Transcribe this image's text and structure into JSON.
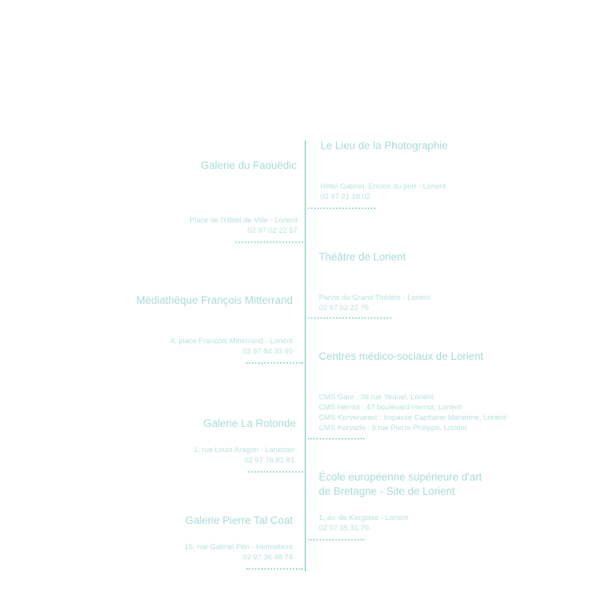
{
  "venues_left": [
    {
      "name": "Galerie du Faouëdic",
      "lines": [
        "Place de l'Hôtel de Ville - Lorient",
        "02 97 02 22 57"
      ]
    },
    {
      "name": "Médiathèque François Mitterrand",
      "lines": [
        "4, place François Mitterrand - Lorient",
        "02 97 84 33 60"
      ]
    },
    {
      "name": "Galerie La Rotonde",
      "lines": [
        "1, rue Louis Aragon - Lanester",
        "02 97 76 81 81"
      ]
    },
    {
      "name": "Galerie Pierre Tal Coat",
      "lines": [
        "15, rue Gabriel Péri - Hennebont",
        "02 97 36 48 74"
      ]
    }
  ],
  "venues_right": [
    {
      "name": "Le Lieu de la Photographie",
      "lines": [
        "Hôtel Gabriel, Enclos du port - Lorient",
        "02 97 21 18 02"
      ]
    },
    {
      "name": "Théâtre de Lorient",
      "lines": [
        "Parvis du Grand Théâtre - Lorient",
        "02 97 02 22 75"
      ]
    },
    {
      "name": "Centres médico-sociaux de Lorient",
      "lines": [
        "CMS Gare : 36 rue Yequel, Lorient",
        "CMS Hérriot : 47 boulevard Herriot, Lorient",
        "CMS Kervenanec : Impasse Capitaine Marienne, Lorient",
        "CMS Keryado : 9 rue Pierre Philippe, Lorient"
      ]
    },
    {
      "name_lines": [
        "École européenne supérieure d'art",
        "de Bretagne - Site de Lorient"
      ],
      "lines": [
        "1, av. de Kergoise - Lorient",
        "02 97 35 31 70"
      ]
    }
  ]
}
